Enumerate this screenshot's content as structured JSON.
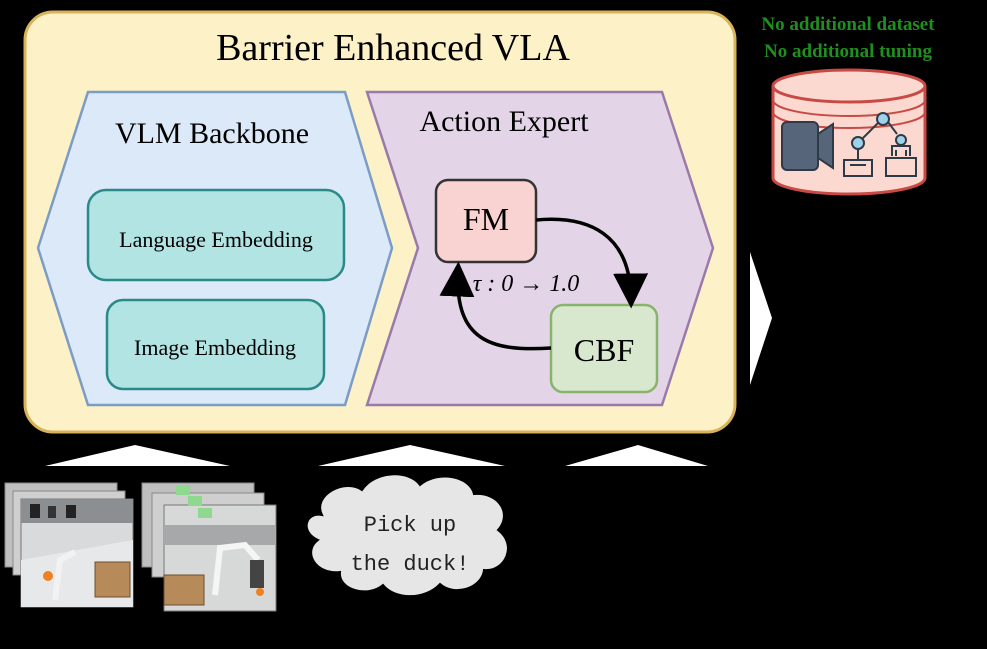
{
  "title": "Barrier Enhanced VLA",
  "note_lines": [
    "No additional dataset",
    "No additional tuning"
  ],
  "vlm": {
    "title": "VLM Backbone",
    "language_embedding": "Language Embedding",
    "image_embedding": "Image Embedding"
  },
  "action_expert": {
    "title": "Action Expert",
    "fm": "FM",
    "cbf": "CBF",
    "tau_label": "τ : 0 → 1.0"
  },
  "instruction_lines": [
    "Pick up",
    "the duck!"
  ],
  "colors": {
    "outer_fill": "#fdf1c7",
    "outer_stroke": "#d9b35a",
    "vlm_fill": "#dce9f8",
    "vlm_stroke": "#7b9cc4",
    "embed_fill": "#b2e4e4",
    "embed_stroke": "#2a8a8a",
    "ae_fill": "#e3d4e7",
    "ae_stroke": "#9a7aab",
    "fm_fill": "#f9d3d2",
    "cbf_fill": "#d8e8cf",
    "cbf_stroke": "#88b36d",
    "db_fill": "#fbd8d0",
    "db_stroke": "#c94a45",
    "note_text": "#1f8f1f"
  },
  "icons": [
    "video-camera-icon",
    "robot-arm-icon",
    "robot-gripper-icon"
  ]
}
